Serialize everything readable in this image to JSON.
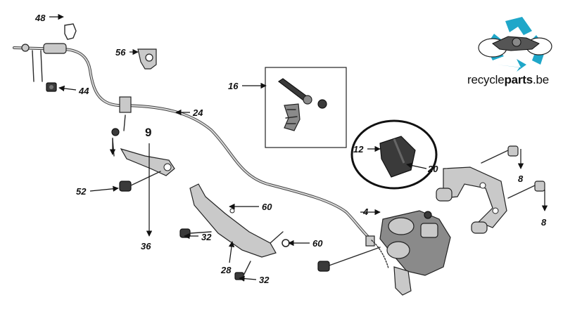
{
  "diagram": {
    "callouts": [
      {
        "id": "48",
        "label": "48"
      },
      {
        "id": "56",
        "label": "56"
      },
      {
        "id": "44",
        "label": "44"
      },
      {
        "id": "16",
        "label": "16"
      },
      {
        "id": "24",
        "label": "24"
      },
      {
        "id": "9",
        "label": "9"
      },
      {
        "id": "12",
        "label": "12"
      },
      {
        "id": "20",
        "label": "20"
      },
      {
        "id": "8a",
        "label": "8"
      },
      {
        "id": "8b",
        "label": "8"
      },
      {
        "id": "52",
        "label": "52"
      },
      {
        "id": "60a",
        "label": "60"
      },
      {
        "id": "4",
        "label": "4"
      },
      {
        "id": "36",
        "label": "36"
      },
      {
        "id": "32a",
        "label": "32"
      },
      {
        "id": "60b",
        "label": "60"
      },
      {
        "id": "28",
        "label": "28"
      },
      {
        "id": "32b",
        "label": "32"
      }
    ]
  },
  "brand": {
    "name_part1": "recycle",
    "name_part2": "parts",
    "name_part3": ".be",
    "logo_icon": "recycle-icon",
    "logo_color": "#1fa7c9"
  }
}
